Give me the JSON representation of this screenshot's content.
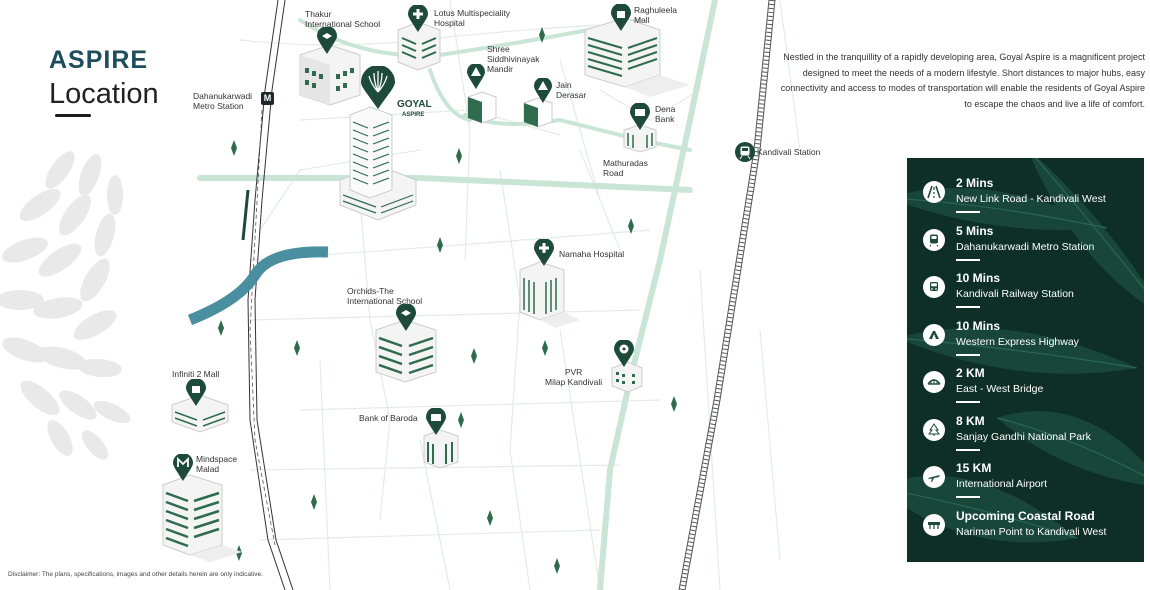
{
  "heading": {
    "line1": "ASPIRE",
    "line2": "Location"
  },
  "description": "Nestled in the tranquillity of a rapidly developing area, Goyal Aspire is a magnificent project designed to meet the needs of a modern lifestyle. Short distances to major hubs, easy connectivity and access to modes of transportation will enable the residents of Goyal Aspire to escape the chaos and live a life of comfort.",
  "disclaimer": "Disclaimer: The plans, specifications, images and other details herein are only indicative.",
  "project_logo": {
    "name": "GOYAL",
    "sub": "ASPIRE"
  },
  "map_labels": {
    "thakur": "Thakur\nInternational School",
    "lotus": "Lotus Multispeciality\nHospital",
    "raghuleela": "Raghuleela\nMall",
    "dahanukarwadi": "Dahanukarwadi\nMetro Station",
    "shree": "Shree\nSiddhivinayak\nMandir",
    "jain": "Jain\nDerasar",
    "dena": "Dena\nBank",
    "mathuradas": "Mathuradas\nRoad",
    "kandivali": "Kandivali Station",
    "namaha": "Namaha Hospital",
    "orchids": "Orchids-The\nInternational School",
    "pvr": "PVR\nMilap Kandivali",
    "infiniti": "Infiniti 2 Mall",
    "baroda": "Bank of Baroda",
    "mindspace": "Mindspace\nMalad"
  },
  "metro_badge": "M",
  "connectivity": [
    {
      "time": "2 Mins",
      "place": "New Link Road - Kandivali West",
      "icon": "road-icon"
    },
    {
      "time": "5 Mins",
      "place": "Dahanukarwadi Metro Station",
      "icon": "metro-icon"
    },
    {
      "time": "10 Mins",
      "place": "Kandivali Railway Station",
      "icon": "train-icon"
    },
    {
      "time": "10 Mins",
      "place": "Western Express Highway",
      "icon": "highway-icon"
    },
    {
      "time": "2 KM",
      "place": "East - West Bridge",
      "icon": "bridge-icon"
    },
    {
      "time": "8 KM",
      "place": "Sanjay Gandhi National Park",
      "icon": "park-icon"
    },
    {
      "time": "15 KM",
      "place": "International Airport",
      "icon": "airplane-icon"
    },
    {
      "time": "Upcoming Coastal Road",
      "place": "Nariman Point to Kandivali West",
      "icon": "coastal-road-icon"
    }
  ],
  "colors": {
    "road": "#cfe8db",
    "road_main": "#b6dcc8",
    "river": "#4a8fa0",
    "building": "#2f6b4d",
    "pin": "#1e4a3a",
    "title": "#1f4d5c",
    "panel": "#0b2a23"
  }
}
